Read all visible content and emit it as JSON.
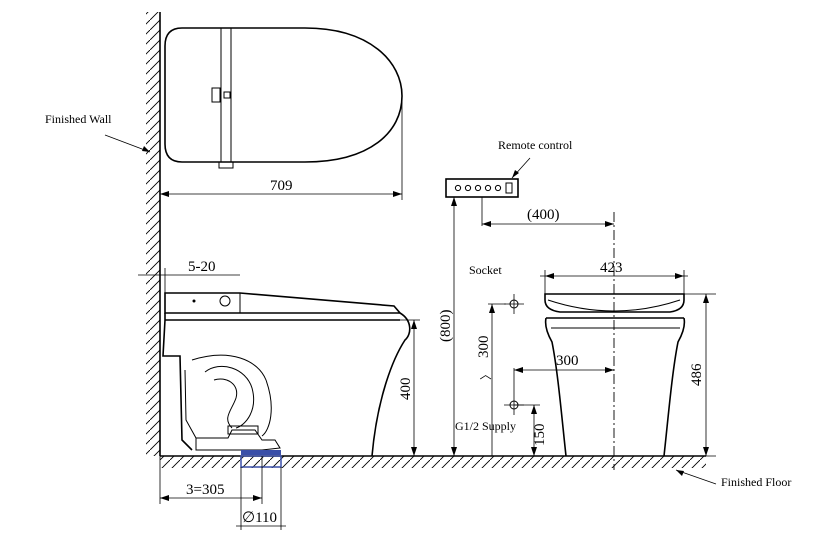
{
  "labels": {
    "finished_wall": "Finished Wall",
    "finished_floor": "Finished Floor",
    "remote_control": "Remote control",
    "socket": "Socket",
    "supply": "G1/2 Supply"
  },
  "dimensions": {
    "top_length": "709",
    "wall_gap": "5-20",
    "seat_height": "400",
    "remote_height": "(800)",
    "remote_offset": "(400)",
    "front_width": "423",
    "front_height": "486",
    "socket_height": "300",
    "socket_lt": "〉",
    "supply_offset": "300",
    "supply_height": "150",
    "rough_in": "3=305",
    "drain_dia": "∅110"
  },
  "colors": {
    "line": "#000000",
    "drain_blue": "#3a4fa8"
  }
}
